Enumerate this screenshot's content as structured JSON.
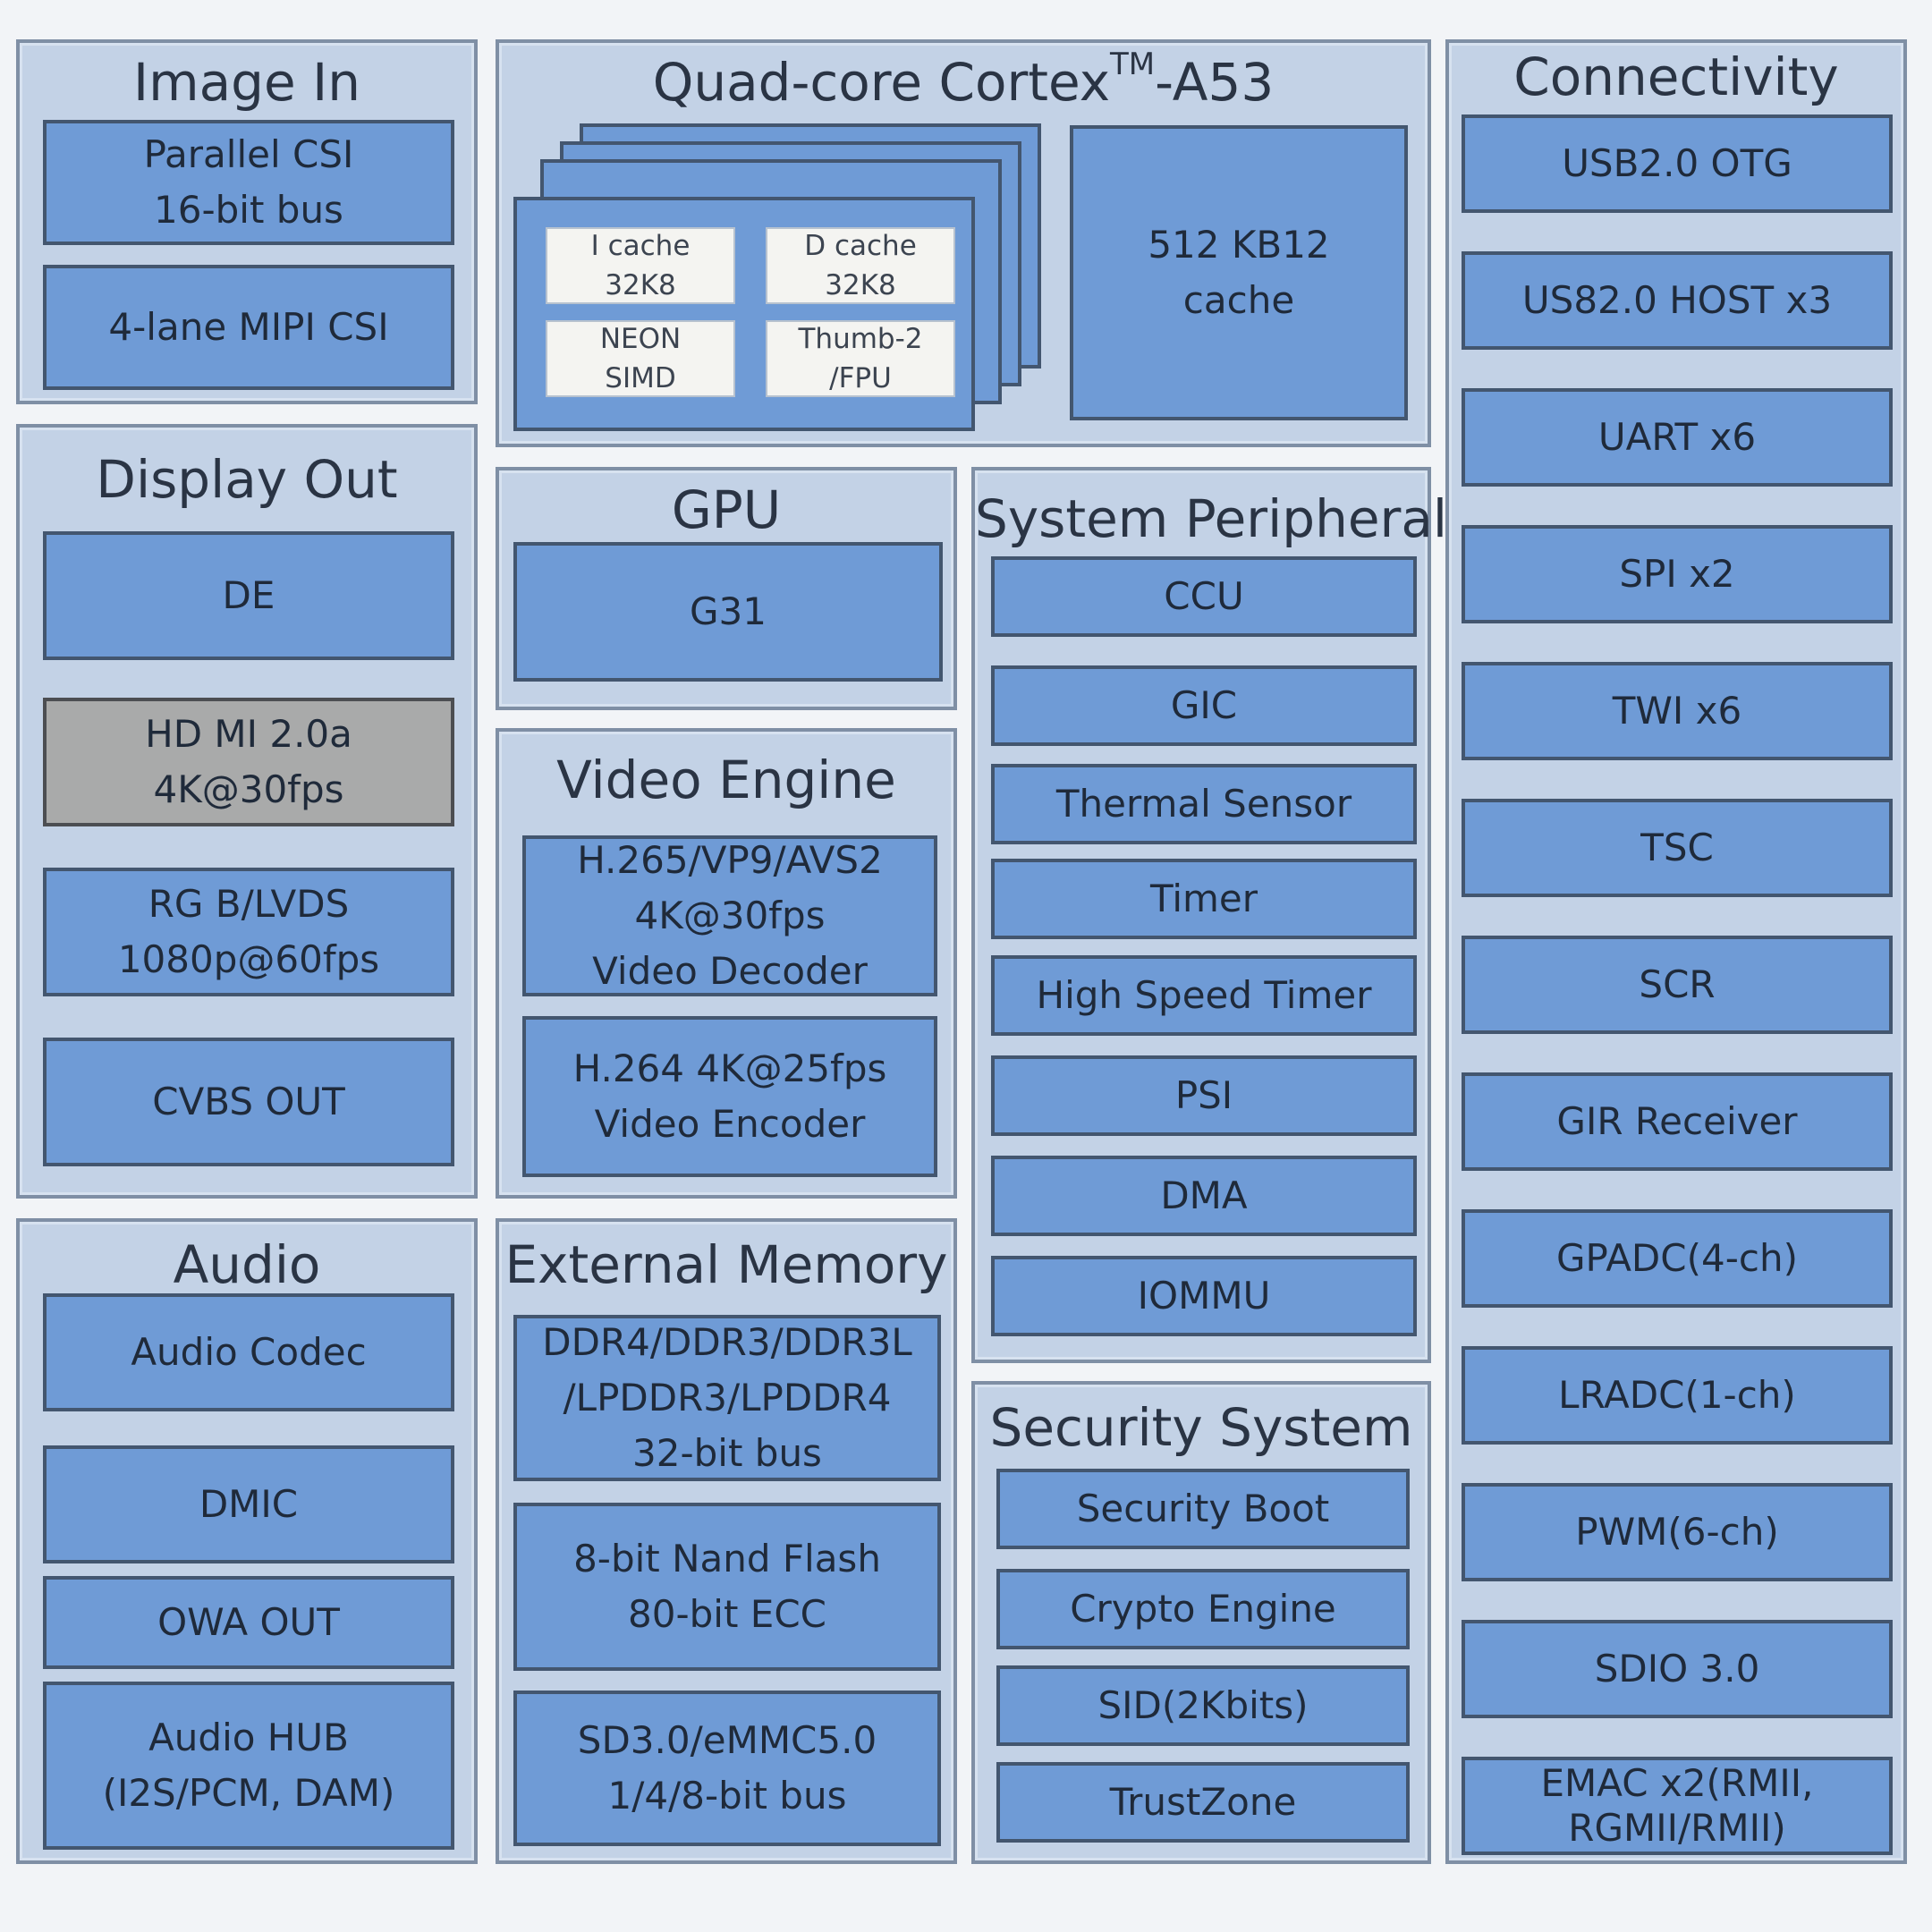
{
  "image_in": {
    "title": "Image In",
    "parallel_csi": [
      "Parallel CSI",
      "16-bit bus"
    ],
    "mipi_csi": "4-lane MIPI CSI"
  },
  "cpu": {
    "title_main": "Quad-core Cortex",
    "title_sup": "TM",
    "title_suffix": "-A53",
    "icache": [
      "I cache",
      "32K8"
    ],
    "dcache": [
      "D cache",
      "32K8"
    ],
    "neon": [
      "NEON",
      "SIMD"
    ],
    "thumb": [
      "Thumb-2",
      "/FPU"
    ],
    "l2": [
      "512 KB12",
      "cache"
    ]
  },
  "connectivity": {
    "title": "Connectivity",
    "items": [
      [
        "USB2.0 OTG"
      ],
      [
        "US82.0 HOST x3"
      ],
      [
        "UART x6"
      ],
      [
        "SPI x2"
      ],
      [
        "TWI x6"
      ],
      [
        "TSC"
      ],
      [
        "SCR"
      ],
      [
        "GIR Receiver"
      ],
      [
        "GPADC(4-ch)"
      ],
      [
        "LRADC(1-ch)"
      ],
      [
        "PWM(6-ch)"
      ],
      [
        "SDIO 3.0"
      ],
      [
        "EMAC x2(RMII,",
        "RGMII/RMII)"
      ]
    ]
  },
  "display_out": {
    "title": "Display Out",
    "de": "DE",
    "hdmi": [
      "HD MI 2.0a",
      "4K@30fps"
    ],
    "rgb": [
      "RG B/LVDS",
      "1080p@60fps"
    ],
    "cvbs": "CVBS OUT"
  },
  "gpu": {
    "title": "GPU",
    "core": "G31"
  },
  "video_engine": {
    "title": "Video Engine",
    "decoder": [
      "H.265/VP9/AVS2",
      "4K@30fps",
      "Video Decoder"
    ],
    "encoder": [
      "H.264 4K@25fps",
      "Video Encoder"
    ]
  },
  "system_peripheral": {
    "title": "System Peripheral",
    "items": [
      "CCU",
      "GIC",
      "Thermal Sensor",
      "Timer",
      "High Speed Timer",
      "PSI",
      "DMA",
      "IOMMU"
    ]
  },
  "audio": {
    "title": "Audio",
    "codec": "Audio Codec",
    "dmic": "DMIC",
    "owa": "OWA OUT",
    "hub": [
      "Audio HUB",
      "(I2S/PCM, DAM)"
    ]
  },
  "external_memory": {
    "title": "External Memory",
    "ddr": [
      "DDR4/DDR3/DDR3L",
      "/LPDDR3/LPDDR4",
      "32-bit bus"
    ],
    "nand": [
      "8-bit Nand Flash",
      "80-bit ECC"
    ],
    "sd": [
      "SD3.0/eMMC5.0",
      "1/4/8-bit bus"
    ]
  },
  "security": {
    "title": "Security System",
    "items": [
      "Security Boot",
      "Crypto Engine",
      "SID(2Kbits)",
      "TrustZone"
    ]
  },
  "colors": {
    "block_fill": "#6f9bd6",
    "panel_fill": "#c3d2e6",
    "highlight_block_fill": "#a9aaaa",
    "cache_cell_fill": "#f4f4f1"
  }
}
